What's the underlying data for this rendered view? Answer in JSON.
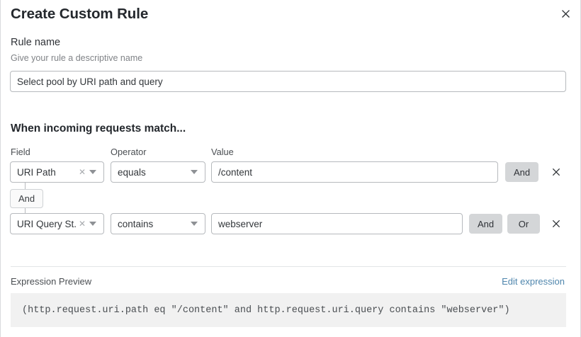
{
  "dialog": {
    "title": "Create Custom Rule",
    "close_icon": "close-icon"
  },
  "rule_name": {
    "label": "Rule name",
    "hint": "Give your rule a descriptive name",
    "value": "Select pool by URI path and query",
    "placeholder": "Select pool by URI path and query"
  },
  "conditions": {
    "heading": "When incoming requests match...",
    "columns": {
      "field": "Field",
      "operator": "Operator",
      "value": "Value"
    },
    "connector": {
      "label": "And"
    },
    "rows": [
      {
        "field": "URI Path",
        "operator": "equals",
        "value": "/content",
        "clear_icon": "clear-icon",
        "caret_icon": "chevron-down-icon",
        "delete_icon": "close-icon",
        "logic_buttons": [
          "And"
        ]
      },
      {
        "field": "URI Query St...",
        "operator": "contains",
        "value": "webserver",
        "clear_icon": "clear-icon",
        "caret_icon": "chevron-down-icon",
        "delete_icon": "close-icon",
        "logic_buttons": [
          "And",
          "Or"
        ]
      }
    ]
  },
  "expression": {
    "label": "Expression Preview",
    "edit_link": "Edit expression",
    "code": "(http.request.uri.path eq \"/content\" and http.request.uri.query contains \"webserver\")"
  },
  "colors": {
    "link": "#4f86ad",
    "logic_button_bg": "#d4d6d8",
    "expression_bg": "#f1f1f1",
    "border": "#b6b9bd"
  }
}
